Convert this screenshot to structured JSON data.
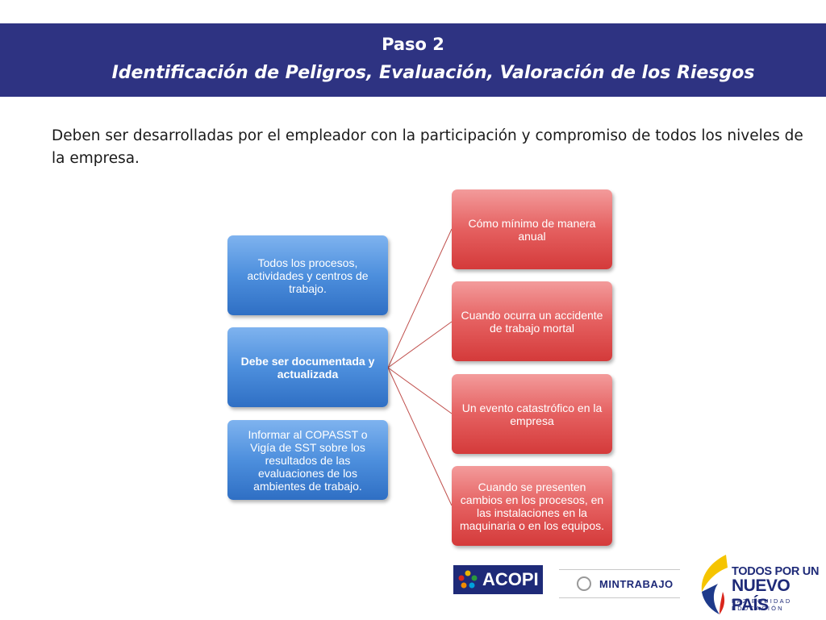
{
  "header": {
    "step": "Paso 2",
    "title": "Identificación de Peligros, Evaluación, Valoración de los Riesgos"
  },
  "intro": "Deben ser desarrolladas por el empleador con la participación y compromiso de todos los niveles de la empresa.",
  "diagram": {
    "left_boxes": [
      "Todos los procesos, actividades y  centros de trabajo.",
      "Debe ser documentada y actualizada",
      "Informar al COPASST o Vigía de SST sobre los resultados de las evaluaciones de los ambientes de trabajo."
    ],
    "right_boxes": [
      "Cómo  mínimo de manera anual",
      "Cuando  ocurra un accidente de trabajo mortal",
      "Un evento catastrófico en la empresa",
      "Cuando se presenten cambios en los procesos, en las instalaciones en la maquinaria o en los equipos."
    ]
  },
  "logos": {
    "acopi": "ACOPI",
    "mintrabajo": "MINTRABAJO",
    "todos_line1": "TODOS POR UN",
    "todos_line2": "NUEVO PAÍS",
    "todos_line3": "PAZ  EQUIDAD  EDUCACIÓN"
  },
  "colors": {
    "header_bg": "#2e3382",
    "blue_box": "#4d8fdd",
    "red_box": "#e56060",
    "connector": "#c0504d"
  }
}
